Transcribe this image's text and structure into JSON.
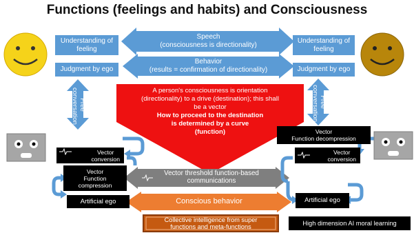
{
  "title": "Functions (feelings and habits) and Consciousness",
  "left": {
    "understanding_line1": "Understanding of",
    "understanding_line2": "feeling",
    "judgment": "Judgment by ego",
    "free_conversation_line1": "Free",
    "free_conversation_line2": "conversation",
    "vector_conversion_line1": "Vector",
    "vector_conversion_line2": "conversion",
    "vector_function_compression_line1": "Vector",
    "vector_function_compression_line2": "Function",
    "vector_function_compression_line3": "compression",
    "artificial_ego": "Artificial ego"
  },
  "right": {
    "understanding_line1": "Understanding of",
    "understanding_line2": "feeling",
    "judgment": "Judgment by ego",
    "free_conversation_line1": "Free",
    "free_conversation_line2": "conversation",
    "vector_function_decompression_line1": "Vector",
    "vector_function_decompression_line2": "Function decompression",
    "vector_conversion_line1": "Vector",
    "vector_conversion_line2": "conversion",
    "artificial_ego": "Artificial ego"
  },
  "center": {
    "speech_line1": "Speech",
    "speech_line2": "(consciousness is directionality)",
    "behavior_line1": "Behavior",
    "behavior_line2": "(results = confirmation of directionality)",
    "red_line1": "A person's consciousness is orientation",
    "red_line2": "(directionality) to a drive (destination); this shall",
    "red_line3": "be a vector",
    "red_bold1": "How to proceed to the destination",
    "red_bold2": "is determined by a curve",
    "red_bold3": "(function)",
    "threshold_line1": "Vector threshold function-based",
    "threshold_line2": "communications",
    "conscious_behavior": "Conscious behavior",
    "collective_line1": "Collective intelligence from super",
    "collective_line2": "functions and meta-functions",
    "high_dimension": "High dimension AI moral learning"
  },
  "colors": {
    "blue": "#5b9bd5",
    "red": "#ee1111",
    "orange": "#ed7d31",
    "gray": "#7f7f7f",
    "smiley_yellow": "#f5d31a",
    "smiley_gold": "#b8860b",
    "robot_gray": "#a6a6a6"
  },
  "icons": [
    "smiley-face-icon",
    "gold-smiley-face-icon",
    "robot-face-icon",
    "waveform-icon"
  ]
}
